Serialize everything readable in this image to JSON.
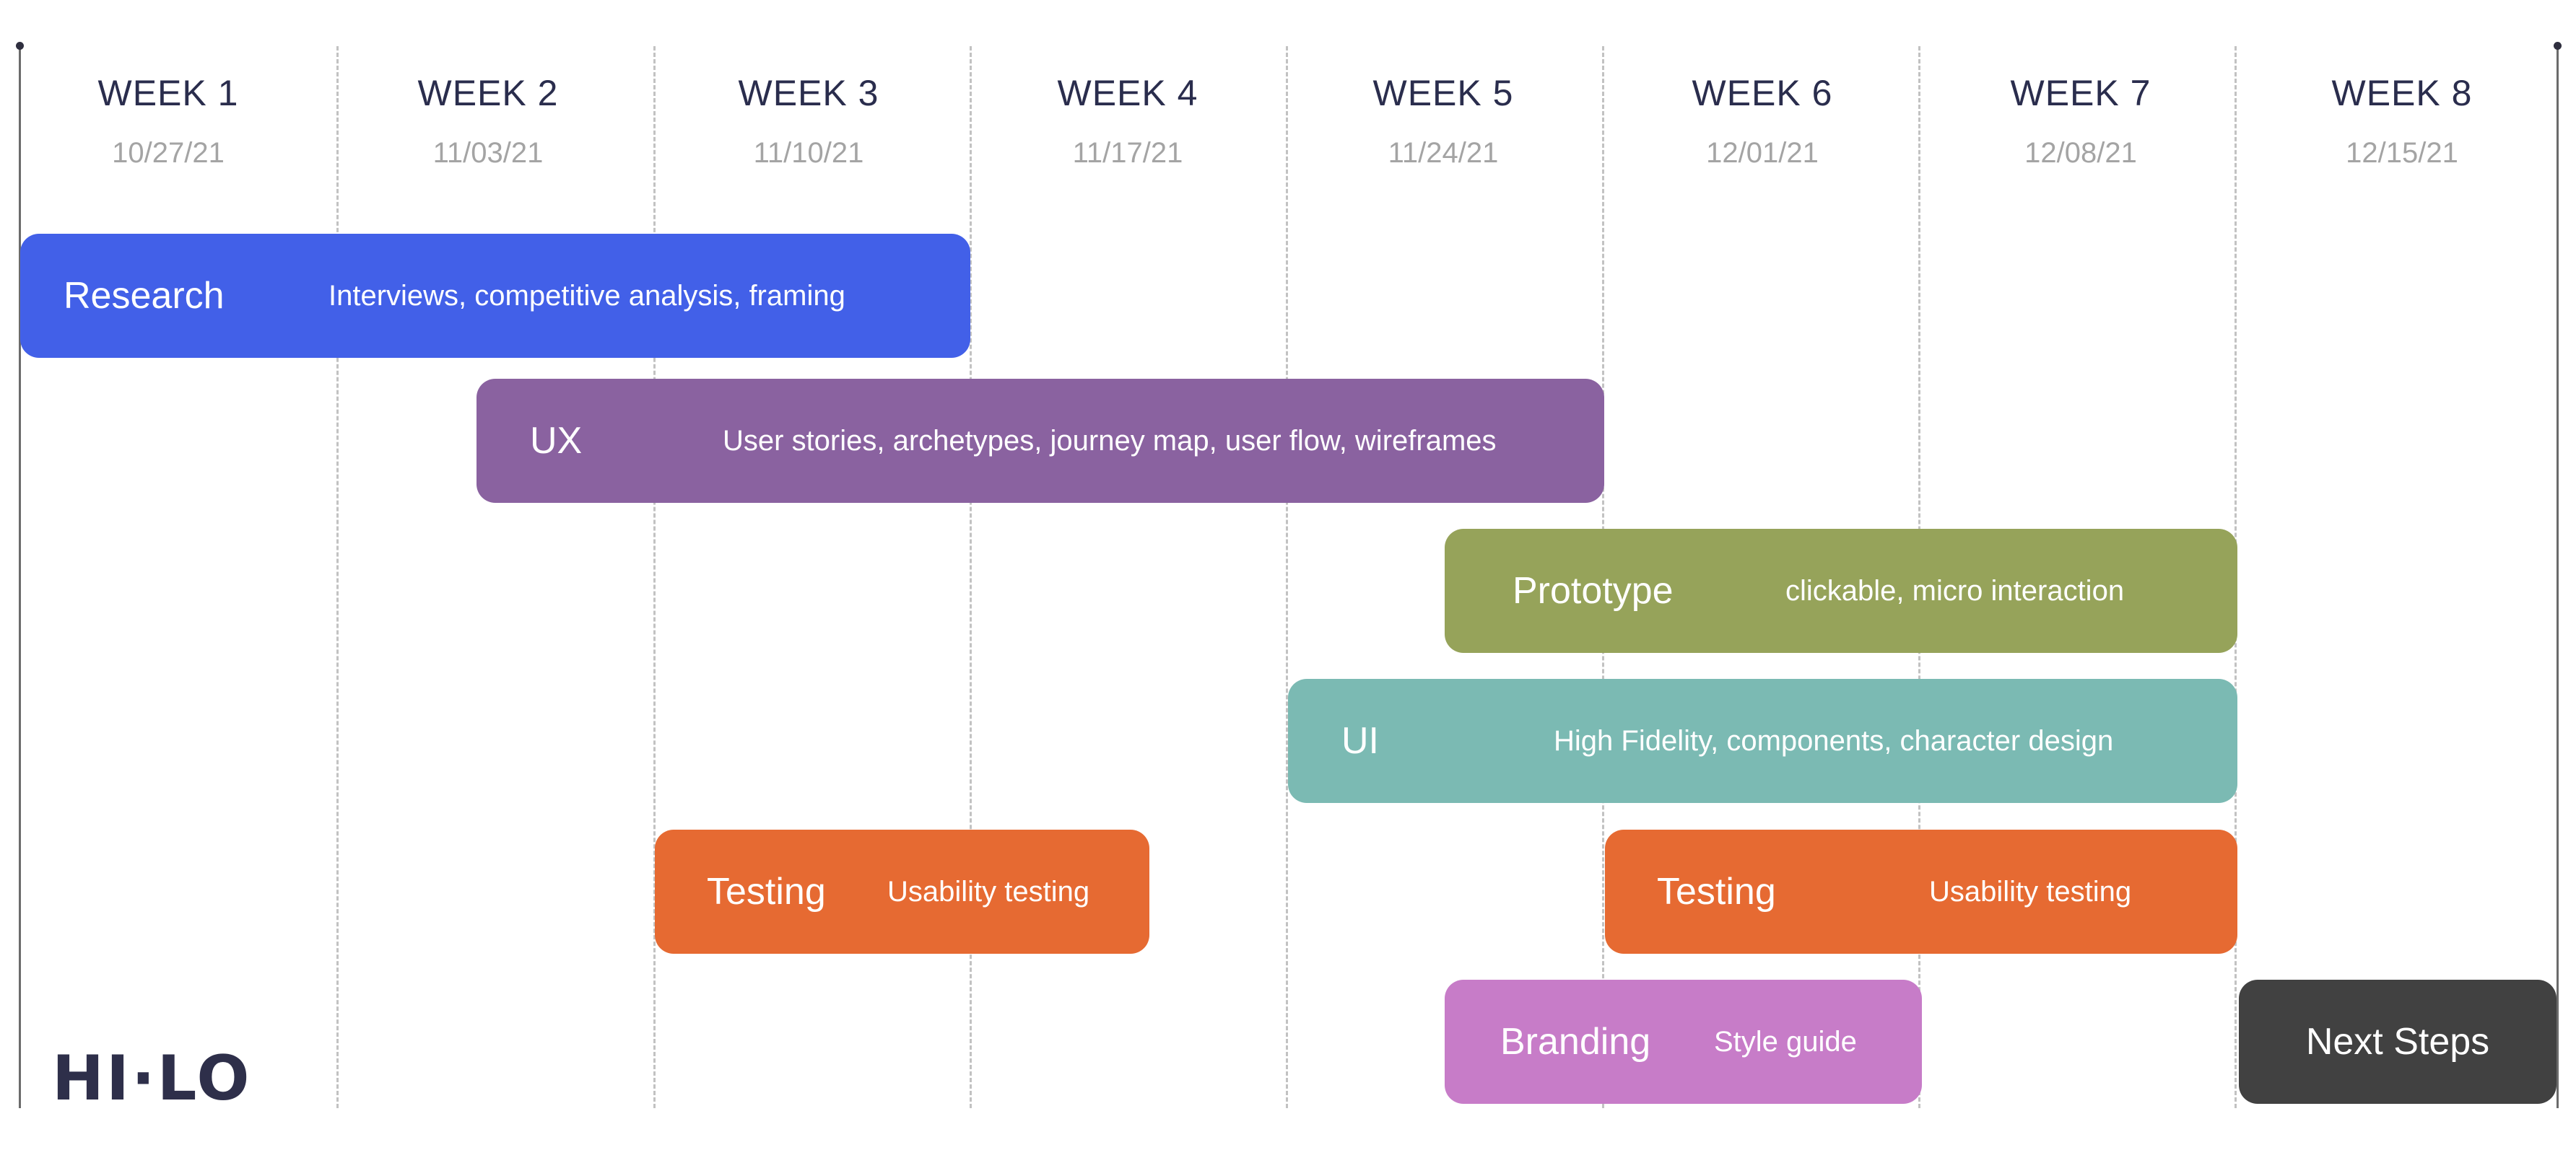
{
  "weeks": [
    {
      "label": "WEEK 1",
      "date": "10/27/21"
    },
    {
      "label": "WEEK 2",
      "date": "11/03/21"
    },
    {
      "label": "WEEK 3",
      "date": "11/10/21"
    },
    {
      "label": "WEEK 4",
      "date": "11/17/21"
    },
    {
      "label": "WEEK 5",
      "date": "11/24/21"
    },
    {
      "label": "WEEK 6",
      "date": "12/01/21"
    },
    {
      "label": "WEEK 7",
      "date": "12/08/21"
    },
    {
      "label": "WEEK 8",
      "date": "12/15/21"
    }
  ],
  "tasks": {
    "research": {
      "title": "Research",
      "desc": "Interviews, competitive analysis, framing",
      "color": "#4260e8",
      "start_week": 1.0,
      "end_week": 4.0
    },
    "ux": {
      "title": "UX",
      "desc": "User stories, archetypes, journey map, user flow, wireframes",
      "color": "#8a62a0",
      "start_week": 2.45,
      "end_week": 6.0
    },
    "prototype": {
      "title": "Prototype",
      "desc": "clickable, micro interaction",
      "color": "#96a35a",
      "start_week": 5.5,
      "end_week": 8.0
    },
    "ui": {
      "title": "UI",
      "desc": "High Fidelity, components, character design",
      "color": "#7bbab3",
      "start_week": 5.0,
      "end_week": 8.0
    },
    "testing_1": {
      "title": "Testing",
      "desc": "Usability testing",
      "color": "#e66a32",
      "start_week": 3.0,
      "end_week": 4.55
    },
    "testing_2": {
      "title": "Testing",
      "desc": "Usability testing",
      "color": "#e66a32",
      "start_week": 6.0,
      "end_week": 8.0
    },
    "branding": {
      "title": "Branding",
      "desc": "Style guide",
      "color": "#c77cc8",
      "start_week": 5.5,
      "end_week": 7.0
    },
    "next_steps": {
      "title": "Next Steps",
      "desc": "",
      "color": "#414141",
      "start_week": 8.0,
      "end_week": 9.0
    }
  },
  "logo": {
    "text": "HI·LO",
    "color": "#2e2f4a"
  }
}
